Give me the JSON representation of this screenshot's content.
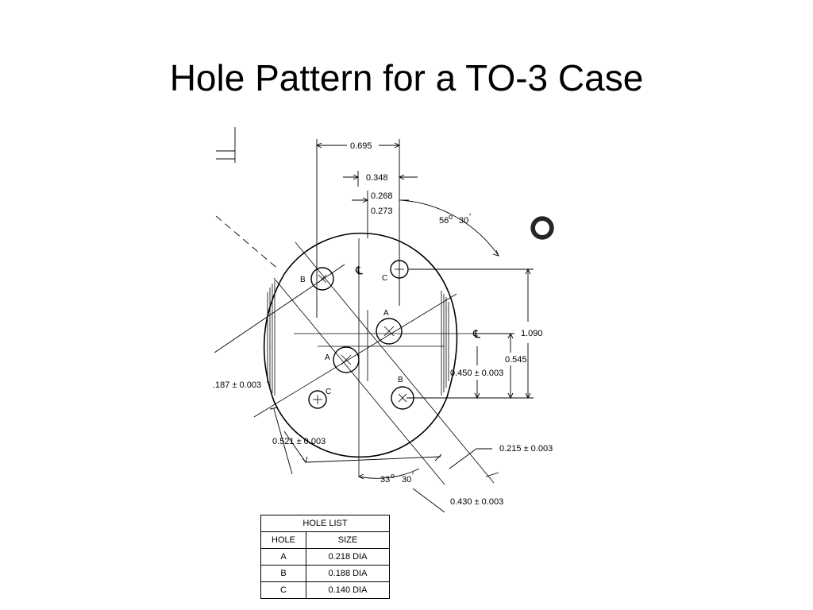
{
  "slide": {
    "title": "Hole Pattern for a TO-3 Case"
  },
  "diagram": {
    "dims": {
      "d_0695": "0.695",
      "d_0348": "0.348",
      "d_0268": "0.268",
      "d_0273": "0.273",
      "angle_top": "56",
      "angle_top_min": "30",
      "d_1090": "1.090",
      "d_0545": "0.545",
      "d_0450": "0.450 ± 0.003",
      "d_0187": ".187 ± 0.003",
      "d_0521": "0.521 ± 0.003",
      "d_0215": "0.215 ± 0.003",
      "angle_bottom": "33",
      "angle_bottom_min": "30",
      "d_0430": "0.430 ± 0.003"
    },
    "centerline_symbol": "℄",
    "holes": {
      "a_upper": "A",
      "a_lower": "A",
      "b_upper": "B",
      "b_lower": "B",
      "c_upper": "C",
      "c_lower": "C"
    }
  },
  "hole_list": {
    "title": "HOLE LIST",
    "headers": [
      "HOLE",
      "SIZE"
    ],
    "rows": [
      [
        "A",
        "0.218 DIA"
      ],
      [
        "B",
        "0.188 DIA"
      ],
      [
        "C",
        "0.140 DIA"
      ]
    ]
  }
}
